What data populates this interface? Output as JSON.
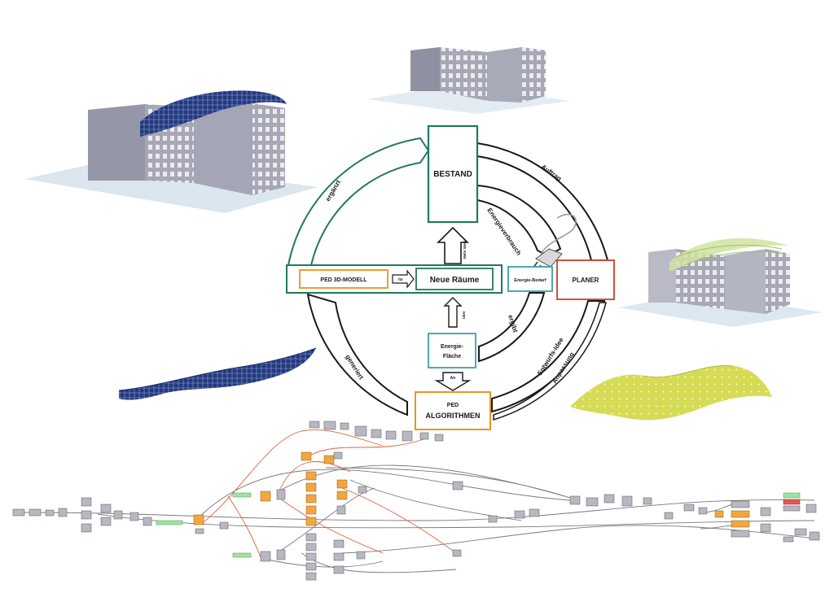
{
  "diagram": {
    "boxes": {
      "bestand": "BESTAND",
      "ped_3d_modell": "PED 3D-MODELL",
      "neue_raeume": "Neue Räume",
      "energie_bedarf": "Energie-Bedarf",
      "planer": "PLANER",
      "energie_flaeche_line1": "Energie-",
      "energie_flaeche_line2": "Fläche",
      "ped_line1": "PED",
      "ped_line2": "ALGORITHMEN"
    },
    "arrows": {
      "fuer": "für",
      "mehr_wert": "Mehr Wert",
      "ueber": "über",
      "an": "An"
    },
    "arc_labels": {
      "ergaenzt": "ergänzt",
      "generiert": "generiert",
      "auftrag": "Auftrag",
      "energieverbrauch": "Energieverbrauch",
      "ergibt": "ergibt",
      "entwurfs_idee": "Entwurfs-Idee",
      "anpassung": "Anpassung"
    },
    "colors": {
      "teal_green": "#1f7a5e",
      "orange": "#e8961e",
      "red": "#c8402a",
      "cyan": "#3aa0a8",
      "dark": "#1a1a1a",
      "building_gray": "#a9aab8",
      "mesh_blue": "#2a3f86",
      "mesh_yellow": "#d8dc5a"
    }
  }
}
